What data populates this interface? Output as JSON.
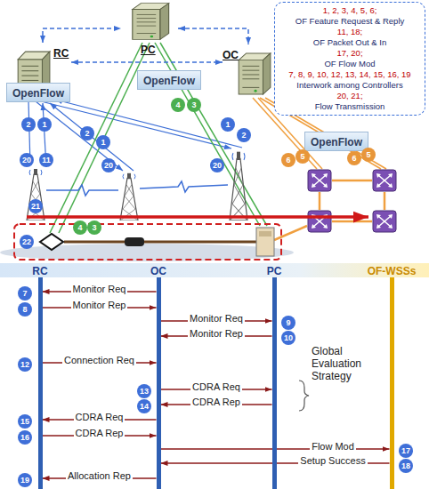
{
  "diagram": {
    "nodes": [
      {
        "text": [
          "RC"
        ]
      },
      {
        "text": [
          "PC"
        ]
      },
      {
        "text": [
          "OC"
        ]
      },
      {
        "text": [
          "OpenFlow"
        ]
      },
      {
        "text": [
          "OpenFlow"
        ]
      },
      {
        "text": [
          "OpenFlow"
        ]
      },
      {
        "text": [
          "1, 2, 3, 4, 5, 6;",
          "OF Feature Request & Reply",
          "11, 18;",
          "OF Packet Out & In",
          "17, 20;",
          "OF Flow Mod",
          "7, 8, 9, 10, 12, 13, 14, 15, 16, 19",
          "Interwork among Controllers",
          "20, 21;",
          "Flow Transmission"
        ]
      },
      {
        "text": [
          "RC"
        ]
      },
      {
        "text": [
          "OC"
        ]
      },
      {
        "text": [
          "PC"
        ]
      },
      {
        "text": [
          "OF-WSSs"
        ]
      }
    ],
    "edges": [
      {
        "from": 0,
        "to": 1,
        "arrow": "both"
      },
      {
        "from": 1,
        "to": 2,
        "arrow": "both"
      },
      {
        "from": 0,
        "to": 2,
        "arrow": "both"
      },
      {
        "from": 8,
        "to": 7,
        "label": "Monitor Req",
        "arrow": "to"
      },
      {
        "from": 7,
        "to": 8,
        "label": "Monitor Rep",
        "arrow": "to"
      },
      {
        "from": 8,
        "to": 9,
        "label": "Monitor Req",
        "arrow": "to"
      },
      {
        "from": 9,
        "to": 8,
        "label": "Monitor Rep",
        "arrow": "to"
      },
      {
        "from": 7,
        "to": 8,
        "label": "Connection Req",
        "arrow": "to"
      },
      {
        "from": 8,
        "to": 9,
        "label": "CDRA Req",
        "arrow": "to"
      },
      {
        "from": 9,
        "to": 8,
        "label": "CDRA Rep",
        "arrow": "to"
      },
      {
        "from": 8,
        "to": 7,
        "label": "CDRA Req",
        "arrow": "to"
      },
      {
        "from": 7,
        "to": 8,
        "label": "CDRA Rep",
        "arrow": "to"
      },
      {
        "from": 8,
        "to": 10,
        "label": "Flow Mod",
        "arrow": "to"
      },
      {
        "from": 10,
        "to": 8,
        "label": "Setup Success",
        "arrow": "to"
      },
      {
        "from": 8,
        "to": 7,
        "label": "Allocation Rep",
        "arrow": "to"
      }
    ],
    "labels": [
      "2",
      "1",
      "2",
      "1",
      "1",
      "2",
      "20",
      "11",
      "20",
      "20",
      "4",
      "3",
      "4",
      "3",
      "6",
      "5",
      "6",
      "5",
      "21",
      "22",
      "7",
      "8",
      "9",
      "10",
      "12",
      "13",
      "14",
      "15",
      "16",
      "17",
      "18",
      "19",
      "Global Evaluation Strategy"
    ]
  }
}
